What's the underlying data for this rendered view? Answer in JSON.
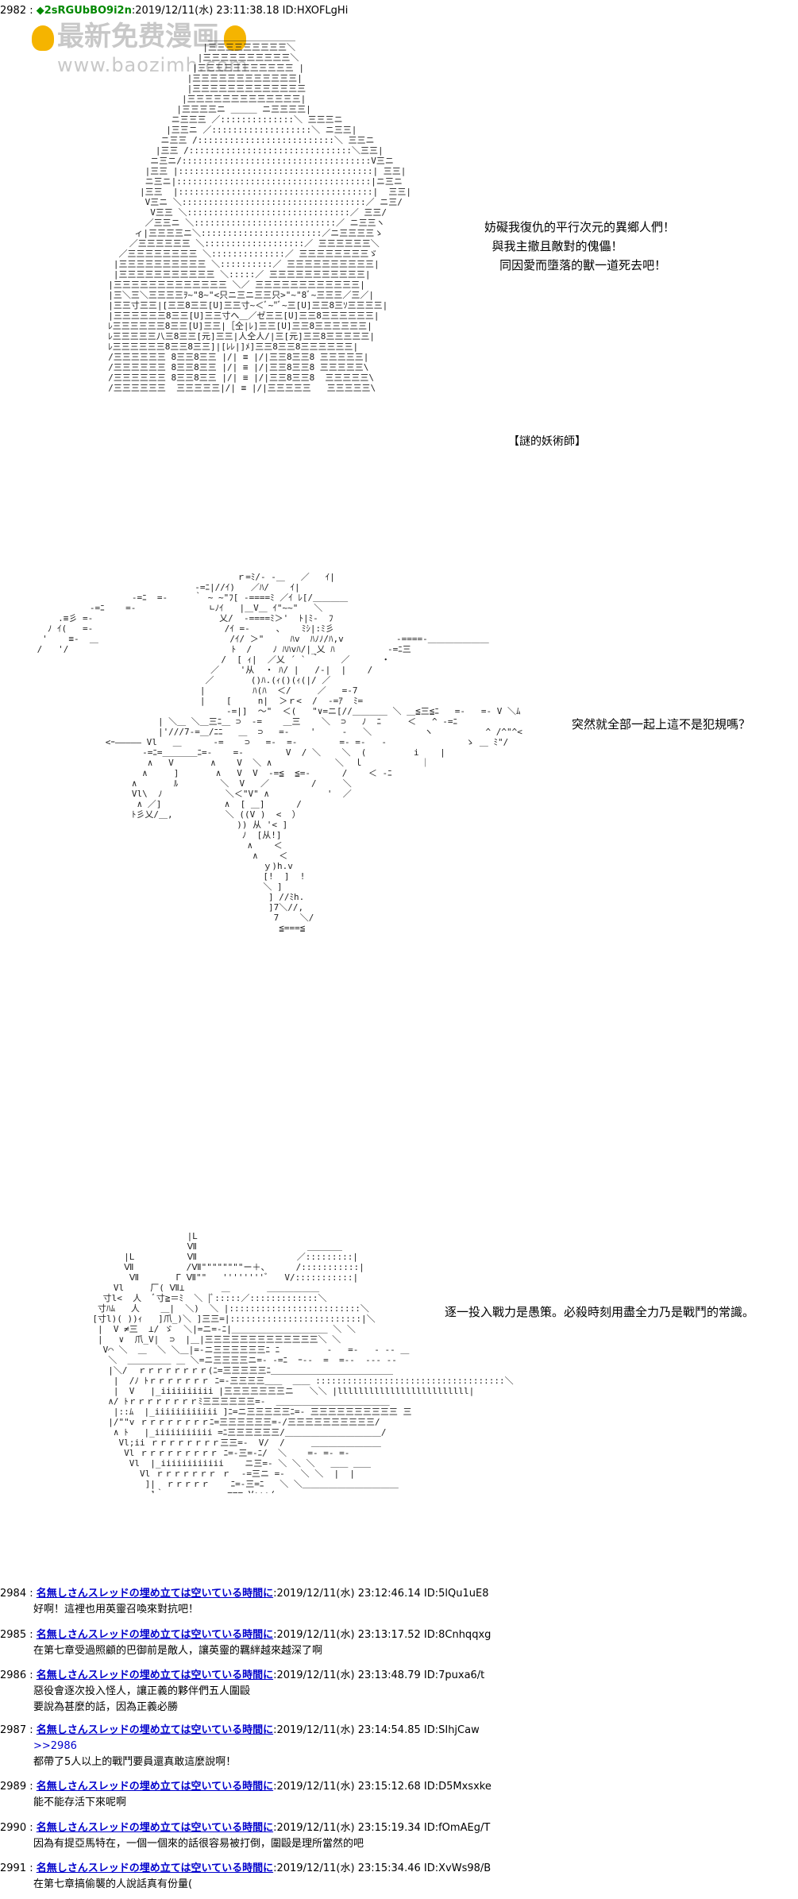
{
  "thread": {
    "main_post": {
      "number": "2982",
      "sep": " : ",
      "trip": "◆2sRGUbBO9i2n",
      "date": ":2019/12/11(水) 23:11:38.18",
      "id": "ID:HXOFLgHi"
    },
    "watermark": {
      "line1": "最新免费漫画",
      "line2": "www.baozimh.com"
    },
    "panel1": {
      "dialog": "妨礙我復仇的平行次元的異鄉人們！\n  與我主撤且敵對的傀儡！\n    同因愛而墮落的獸一道死去吧！",
      "label": "【謎的妖術師】"
    },
    "panel2": {
      "dialog": "突然就全部一起上這不是犯規嗎？"
    },
    "panel3": {
      "dialog": "逐一投入戰力是愚策。必殺時刻用盡全力乃是戰鬥的常識。"
    },
    "replies": [
      {
        "num": "2984",
        "name": "名無しさんスレッドの埋め立ては空いている時間に",
        "meta": ":2019/12/11(水) 23:12:46.14 ID:5lQu1uE8",
        "body": "好啊！這裡也用英靈召喚來對抗吧！"
      },
      {
        "num": "2985",
        "name": "名無しさんスレッドの埋め立ては空いている時間に",
        "meta": ":2019/12/11(水) 23:13:17.52 ID:8Cnhqqxg",
        "body": "在第七章受過照顧的巴御前是敵人，讓英靈的羈絆越來越深了啊"
      },
      {
        "num": "2986",
        "name": "名無しさんスレッドの埋め立ては空いている時間に",
        "meta": ":2019/12/11(水) 23:13:48.79 ID:7puxa6/t",
        "body": "惡役會逐次投入怪人，讓正義的夥伴們五人圍毆\n要說為甚麼的話，因為正義必勝"
      },
      {
        "num": "2987",
        "name": "名無しさんスレッドの埋め立ては空いている時間に",
        "meta": ":2019/12/11(水) 23:14:54.85 ID:SIhjCaw",
        "anchor": ">>2986",
        "body": "都帶了5人以上的戰鬥要員還真敢這麼說啊！"
      },
      {
        "num": "2989",
        "name": "名無しさんスレッドの埋め立ては空いている時間に",
        "meta": ":2019/12/11(水) 23:15:12.68 ID:D5Mxsxke",
        "body": "能不能存活下來呢啊"
      },
      {
        "num": "2990",
        "name": "名無しさんスレッドの埋め立ては空いている時間に",
        "meta": ":2019/12/11(水) 23:15:19.34 ID:fOmAEg/T",
        "body": "因為有提亞馬特在，一個一個來的話很容易被打倒，圍毆是理所當然的吧"
      },
      {
        "num": "2991",
        "name": "名無しさんスレッドの埋め立ては空いている時間に",
        "meta": ":2019/12/11(水) 23:15:34.46 ID:XvWs98/B",
        "body": "在第七章搞偷襲的人說話真有份量("
      }
    ]
  }
}
